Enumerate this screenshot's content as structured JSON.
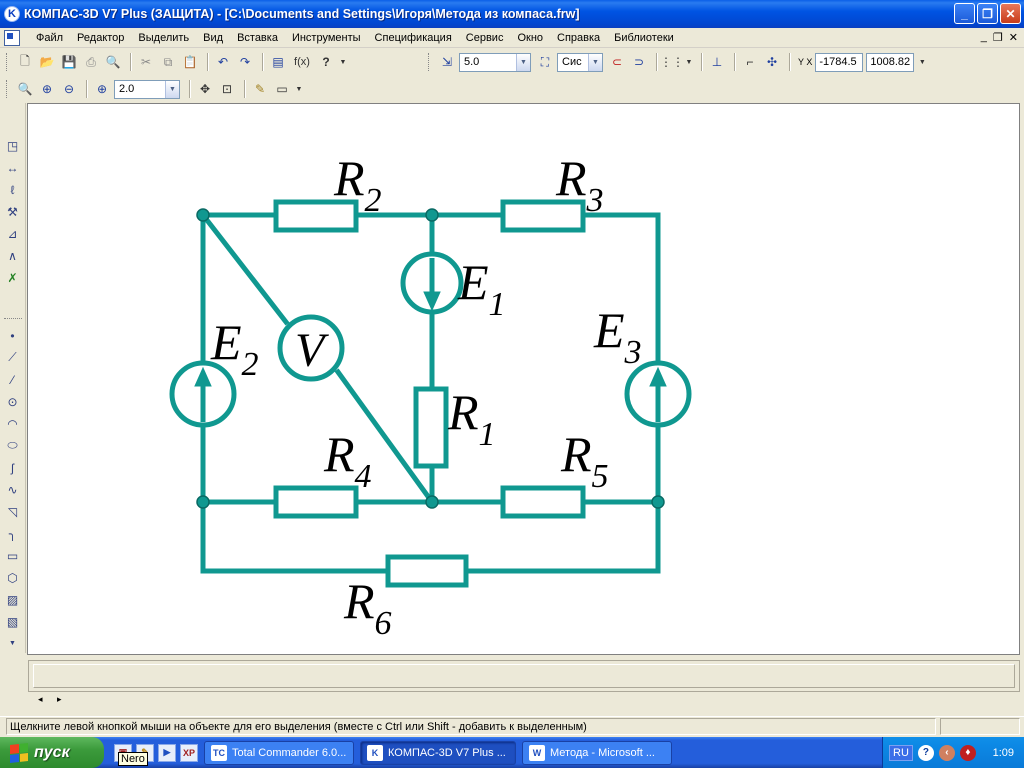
{
  "window": {
    "title": "КОМПАС-3D V7 Plus (ЗАЩИТА) - [C:\\Documents and Settings\\Игоря\\Метода из компаса.frw]",
    "min_glyph": "_",
    "max_glyph": "❐",
    "close_glyph": "✕"
  },
  "menu": {
    "items": [
      "Файл",
      "Редактор",
      "Выделить",
      "Вид",
      "Вставка",
      "Инструменты",
      "Спецификация",
      "Сервис",
      "Окно",
      "Справка",
      "Библиотеки"
    ]
  },
  "toolbar1": {
    "step_value": "5.0",
    "style_value": "Сис",
    "fx_label": "f(x)",
    "help_label": "?",
    "coord_x": "-1784.5",
    "coord_y": "1008.82",
    "xy_label": "Y X"
  },
  "toolbar2": {
    "zoom_value": "2.0"
  },
  "drawing": {
    "labels": {
      "R1": {
        "main": "R",
        "sub": "1"
      },
      "R2": {
        "main": "R",
        "sub": "2"
      },
      "R3": {
        "main": "R",
        "sub": "3"
      },
      "R4": {
        "main": "R",
        "sub": "4"
      },
      "R5": {
        "main": "R",
        "sub": "5"
      },
      "R6": {
        "main": "R",
        "sub": "6"
      },
      "E1": {
        "main": "E",
        "sub": "1"
      },
      "E2": {
        "main": "E",
        "sub": "2"
      },
      "E3": {
        "main": "E",
        "sub": "3"
      },
      "V": "V"
    },
    "wire_color": "#109890",
    "text_color": "#000000"
  },
  "bottom": {
    "nav_arrows": "◂ ▸"
  },
  "status": {
    "message": "Щелкните левой кнопкой мыши на объекте для его выделения (вместе с Ctrl или Shift - добавить к выделенным)"
  },
  "taskbar": {
    "start_label": "пуск",
    "nero_tooltip": "Nero",
    "tasks": [
      {
        "label": "Total Commander 6.0...",
        "icon": "TC"
      },
      {
        "label": "КОМПАС-3D V7 Plus ...",
        "icon": "K"
      },
      {
        "label": "Метода - Microsoft ...",
        "icon": "W"
      }
    ],
    "tray_lang": "RU",
    "tray_help": "?",
    "clock": "1:09"
  }
}
